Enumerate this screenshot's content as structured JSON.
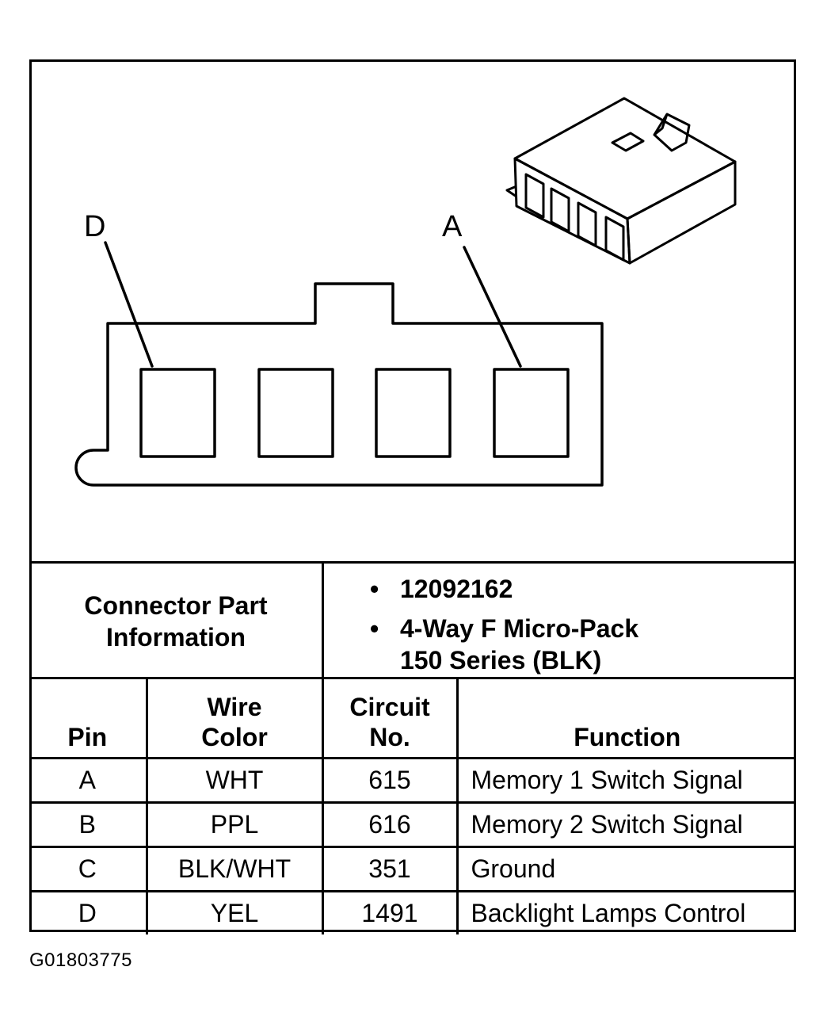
{
  "diagram": {
    "pin_labels": {
      "left": "D",
      "right": "A"
    }
  },
  "connector_info": {
    "heading_line1": "Connector Part",
    "heading_line2": "Information",
    "bullet": "•",
    "part_number": "12092162",
    "description_line1": "4-Way F Micro-Pack",
    "description_line2": "150 Series (BLK)"
  },
  "pin_table": {
    "headers": {
      "pin": "Pin",
      "wire_line1": "Wire",
      "wire_line2": "Color",
      "circuit_line1": "Circuit",
      "circuit_line2": "No.",
      "function": "Function"
    },
    "rows": [
      {
        "pin": "A",
        "wire_color": "WHT",
        "circuit": "615",
        "function": "Memory 1 Switch Signal"
      },
      {
        "pin": "B",
        "wire_color": "PPL",
        "circuit": "616",
        "function": "Memory 2 Switch Signal"
      },
      {
        "pin": "C",
        "wire_color": "BLK/WHT",
        "circuit": "351",
        "function": "Ground"
      },
      {
        "pin": "D",
        "wire_color": "YEL",
        "circuit": "1491",
        "function": "Backlight Lamps Control"
      }
    ]
  },
  "figure_id": "G01803775"
}
